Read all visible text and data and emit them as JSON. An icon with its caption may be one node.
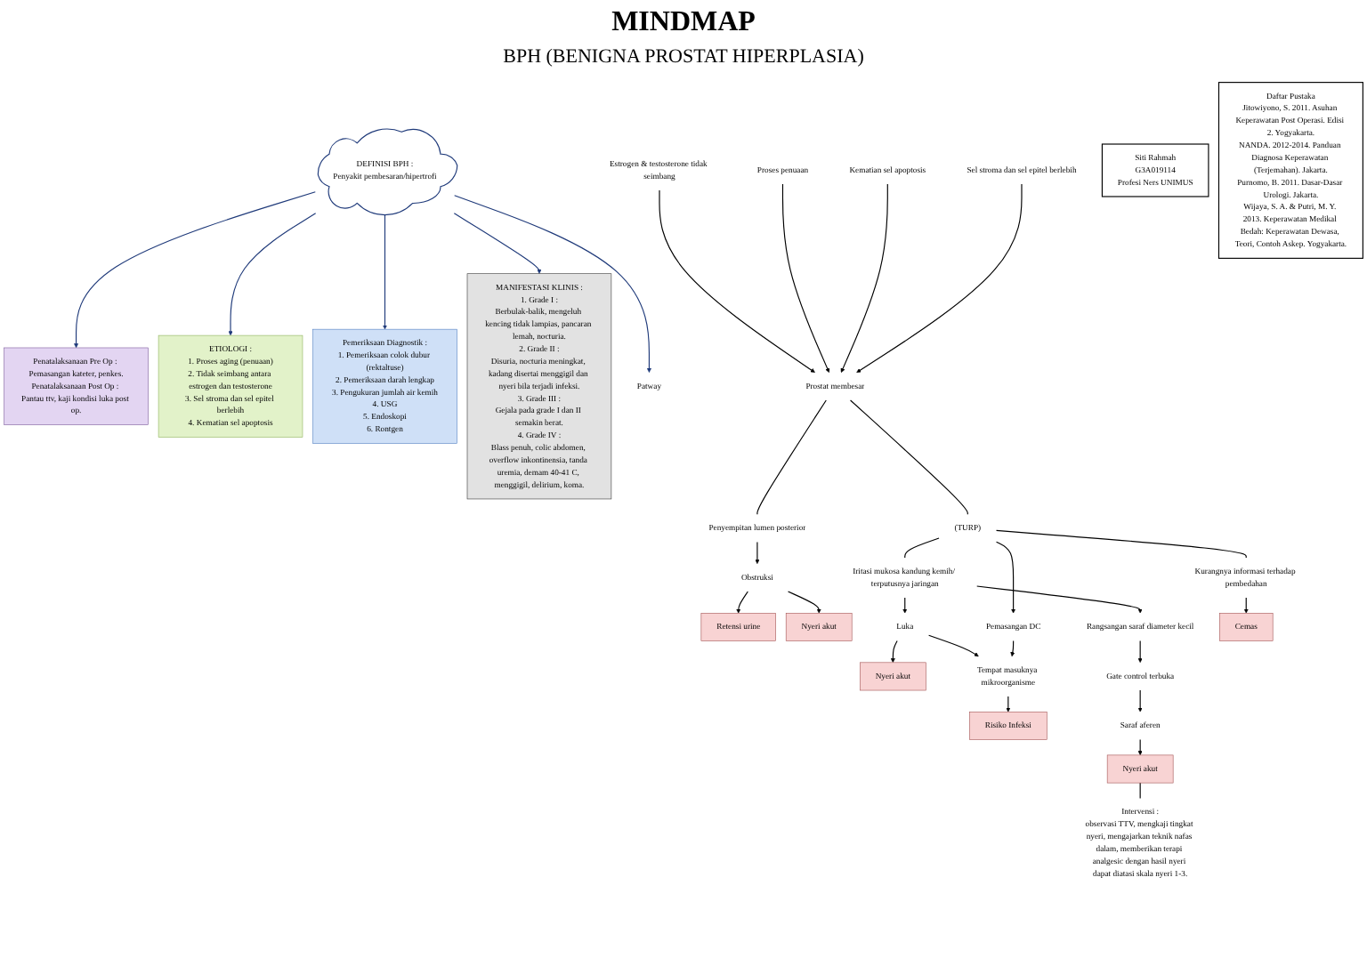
{
  "diagram": {
    "title": "MINDMAP",
    "nodes": [
      {
        "text": [
          "DEFINISI BPH :",
          "Penyakit pembesaran/hipertrofi"
        ]
      },
      {
        "text": [
          "Penatalaksanaan Pre Op : Pemasangan kateter, penkes.",
          "Penatalaksanaan Post Op : Pantau ttv, kaji kondisi luka post op."
        ]
      },
      {
        "text": [
          "ETIOLOGI :",
          "1. Proses aging (penuaan)",
          "2. Tidak seimbang antara estrogen dan testosterone",
          "3. Sel stroma dan sel epitel berlebih",
          "4. Kematian sel apoptosis"
        ]
      },
      {
        "text": [
          "Pemeriksaan Diagnostik :",
          "1. Pemeriksaan colok dubur (rektaltuse)",
          "2. Pemeriksaan darah lengkap",
          "3. Pengukuran jumlah air kemih",
          "4. USG",
          "5. Endoskopi",
          "6. Rontgen"
        ]
      },
      {
        "text": [
          "MANIFESTASI KLINIS :",
          "1. Grade I :",
          "Berbulak-balik, mengeluh kencing tidak lampias, pancaran lemah, nocturia.",
          "2. Grade II :",
          "Disuria, nocturia meningkat, kadang disertai menggigil dan nyeri bila terjadi infeksi.",
          "3. Grade III :",
          "Gejala pada grade I dan II semakin berat.",
          "4. Grade IV :",
          "Blass penuh, colic abdomen, overflow inkontinensia, tanda uremia, demam 40-41 C, menggigil, delirium, koma."
        ]
      },
      {
        "text": [
          "Patway"
        ]
      },
      {
        "text": [
          "Estrogen & testosterone tidak seimbang"
        ]
      },
      {
        "text": [
          "Proses penuaan"
        ]
      },
      {
        "text": [
          "Kematian sel apoptosis"
        ]
      },
      {
        "text": [
          "Sel stroma dan sel epitel berlebih"
        ]
      },
      {
        "text": [
          "Prostat membesar"
        ]
      },
      {
        "text": [
          "Penyempitan lumen posterior"
        ]
      },
      {
        "text": [
          "Obstruksi"
        ]
      },
      {
        "text": [
          "Retensi urine"
        ]
      },
      {
        "text": [
          "Nyeri akut"
        ]
      },
      {
        "text": [
          "(TURP)"
        ]
      },
      {
        "text": [
          "Iritasi mukosa kandung kemih/ terputusnya jaringan"
        ]
      },
      {
        "text": [
          "Pemasangan DC"
        ]
      },
      {
        "text": [
          "Kurangnya informasi terhadap pembedahan"
        ]
      },
      {
        "text": [
          "Luka"
        ]
      },
      {
        "text": [
          "Rangsangan saraf diameter kecil"
        ]
      },
      {
        "text": [
          "Nyeri akut"
        ]
      },
      {
        "text": [
          "Tempat masuknya mikroorganisme"
        ]
      },
      {
        "text": [
          "Cemas"
        ]
      },
      {
        "text": [
          "Gate control terbuka"
        ]
      },
      {
        "text": [
          "Risiko Infeksi"
        ]
      },
      {
        "text": [
          "Saraf aferen"
        ]
      },
      {
        "text": [
          "Nyeri akut"
        ]
      },
      {
        "text": [
          "Intervensi :",
          "observasi TTV, mengkaji tingkat nyeri, mengajarkan teknik nafas dalam, memberikan terapi analgesic dengan hasil nyeri dapat diatasi skala nyeri 1-3."
        ]
      },
      {
        "text": [
          "Siti Rahmah",
          "G3A019114",
          "Profesi Ners UNIMUS"
        ]
      },
      {
        "text": [
          "Daftar Pustaka",
          "Jitowiyono, S. 2011. Asuhan Keperawatan Post Operasi. Edisi 2. Yogyakarta.",
          "NANDA. 2012-2014. Panduan Diagnosa Keperawatan (Terjemahan). Jakarta.",
          "Purnomo, B. 2011. Dasar-Dasar Urologi. Jakarta.",
          "Wijaya, S. A. & Putri, M. Y. 2013. Keperawatan Medikal Bedah: Keperawatan Dewasa, Teori, Contoh Askep. Yogyakarta."
        ]
      }
    ],
    "edges": [
      {
        "from": 0,
        "to": 1,
        "arrow": "to",
        "color": "#1f3a7a"
      },
      {
        "from": 0,
        "to": 2,
        "arrow": "to",
        "color": "#1f3a7a"
      },
      {
        "from": 0,
        "to": 5,
        "arrow": "to",
        "color": "#1f3a7a"
      },
      {
        "from": 0,
        "to": 3,
        "arrow": "to",
        "color": "#1f3a7a"
      },
      {
        "from": 0,
        "to": 4,
        "arrow": "to",
        "color": "#1f3a7a"
      },
      {
        "from": 6,
        "to": 10,
        "arrow": "to"
      },
      {
        "from": 7,
        "to": 10,
        "arrow": "to"
      },
      {
        "from": 8,
        "to": 10,
        "arrow": "to"
      },
      {
        "from": 9,
        "to": 10,
        "arrow": "to"
      },
      {
        "from": 10,
        "to": 11,
        "arrow": "none"
      },
      {
        "from": 10,
        "to": 15,
        "arrow": "none"
      },
      {
        "from": 11,
        "to": 12,
        "arrow": "to"
      },
      {
        "from": 12,
        "to": 13,
        "arrow": "to"
      },
      {
        "from": 12,
        "to": 14,
        "arrow": "to"
      },
      {
        "from": 15,
        "to": 16,
        "arrow": "none"
      },
      {
        "from": 15,
        "to": 17,
        "arrow": "to"
      },
      {
        "from": 15,
        "to": 18,
        "arrow": "none"
      },
      {
        "from": 16,
        "to": 19,
        "arrow": "to"
      },
      {
        "from": 16,
        "to": 20,
        "arrow": "to"
      },
      {
        "from": 19,
        "to": 21,
        "arrow": "to"
      },
      {
        "from": 19,
        "to": 22,
        "arrow": "to"
      },
      {
        "from": 17,
        "to": 22,
        "arrow": "to"
      },
      {
        "from": 18,
        "to": 23,
        "arrow": "to"
      },
      {
        "from": 20,
        "to": 24,
        "arrow": "to"
      },
      {
        "from": 22,
        "to": 25,
        "arrow": "to"
      },
      {
        "from": 24,
        "to": 26,
        "arrow": "to"
      },
      {
        "from": 26,
        "to": 27,
        "arrow": "to"
      },
      {
        "from": 27,
        "to": 28,
        "arrow": "none"
      }
    ],
    "labels": [
      "BPH (BENIGNA PROSTAT HIPERPLASIA)"
    ]
  }
}
